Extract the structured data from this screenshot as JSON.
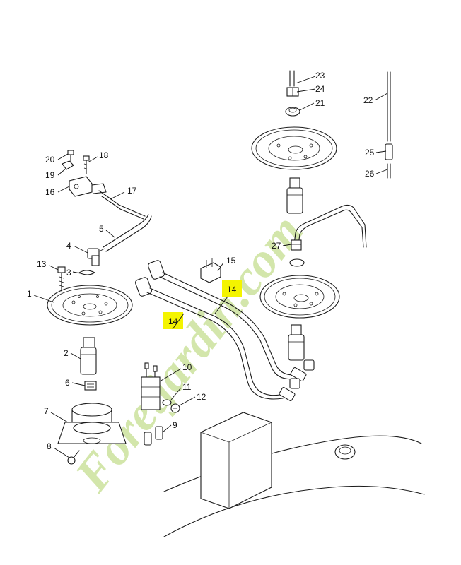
{
  "watermark": {
    "text": "Foretjardin.com",
    "color": "#cfe3a6"
  },
  "highlight_color": "#f4f400",
  "callouts": [
    {
      "id": "c1",
      "label": "1"
    },
    {
      "id": "c2",
      "label": "2"
    },
    {
      "id": "c3",
      "label": "3"
    },
    {
      "id": "c4",
      "label": "4"
    },
    {
      "id": "c5",
      "label": "5"
    },
    {
      "id": "c6",
      "label": "6"
    },
    {
      "id": "c7",
      "label": "7"
    },
    {
      "id": "c8",
      "label": "8"
    },
    {
      "id": "c9",
      "label": "9"
    },
    {
      "id": "c10",
      "label": "10"
    },
    {
      "id": "c11",
      "label": "11"
    },
    {
      "id": "c12",
      "label": "12"
    },
    {
      "id": "c13",
      "label": "13"
    },
    {
      "id": "c14a",
      "label": "14"
    },
    {
      "id": "c14b",
      "label": "14"
    },
    {
      "id": "c15",
      "label": "15"
    },
    {
      "id": "c16",
      "label": "16"
    },
    {
      "id": "c17",
      "label": "17"
    },
    {
      "id": "c18",
      "label": "18"
    },
    {
      "id": "c19",
      "label": "19"
    },
    {
      "id": "c20",
      "label": "20"
    },
    {
      "id": "c21",
      "label": "21"
    },
    {
      "id": "c22",
      "label": "22"
    },
    {
      "id": "c23",
      "label": "23"
    },
    {
      "id": "c24",
      "label": "24"
    },
    {
      "id": "c25",
      "label": "25"
    },
    {
      "id": "c26",
      "label": "26"
    },
    {
      "id": "c27",
      "label": "27"
    }
  ]
}
